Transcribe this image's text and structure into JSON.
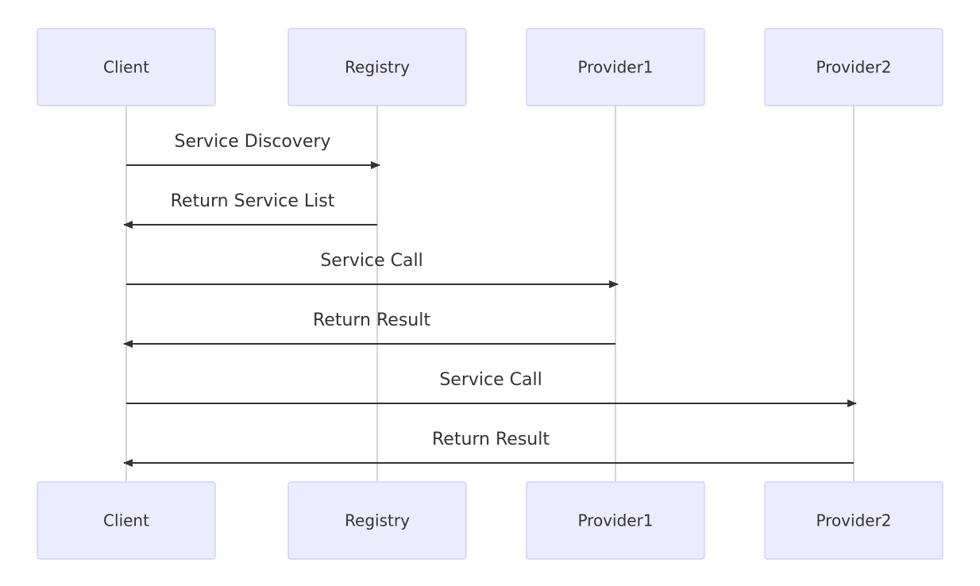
{
  "participants": [
    {
      "id": "client",
      "label": "Client"
    },
    {
      "id": "registry",
      "label": "Registry"
    },
    {
      "id": "provider1",
      "label": "Provider1"
    },
    {
      "id": "provider2",
      "label": "Provider2"
    }
  ],
  "messages": [
    {
      "from": "client",
      "to": "registry",
      "label": "Service Discovery"
    },
    {
      "from": "registry",
      "to": "client",
      "label": "Return Service List"
    },
    {
      "from": "client",
      "to": "provider1",
      "label": "Service Call"
    },
    {
      "from": "provider1",
      "to": "client",
      "label": "Return Result"
    },
    {
      "from": "client",
      "to": "provider2",
      "label": "Service Call"
    },
    {
      "from": "provider2",
      "to": "client",
      "label": "Return Result"
    }
  ],
  "colors": {
    "actor_fill": "#ececff",
    "actor_border": "#c9c9f0",
    "line": "#333333",
    "lifeline": "#a9a9a9",
    "text": "#333333"
  }
}
